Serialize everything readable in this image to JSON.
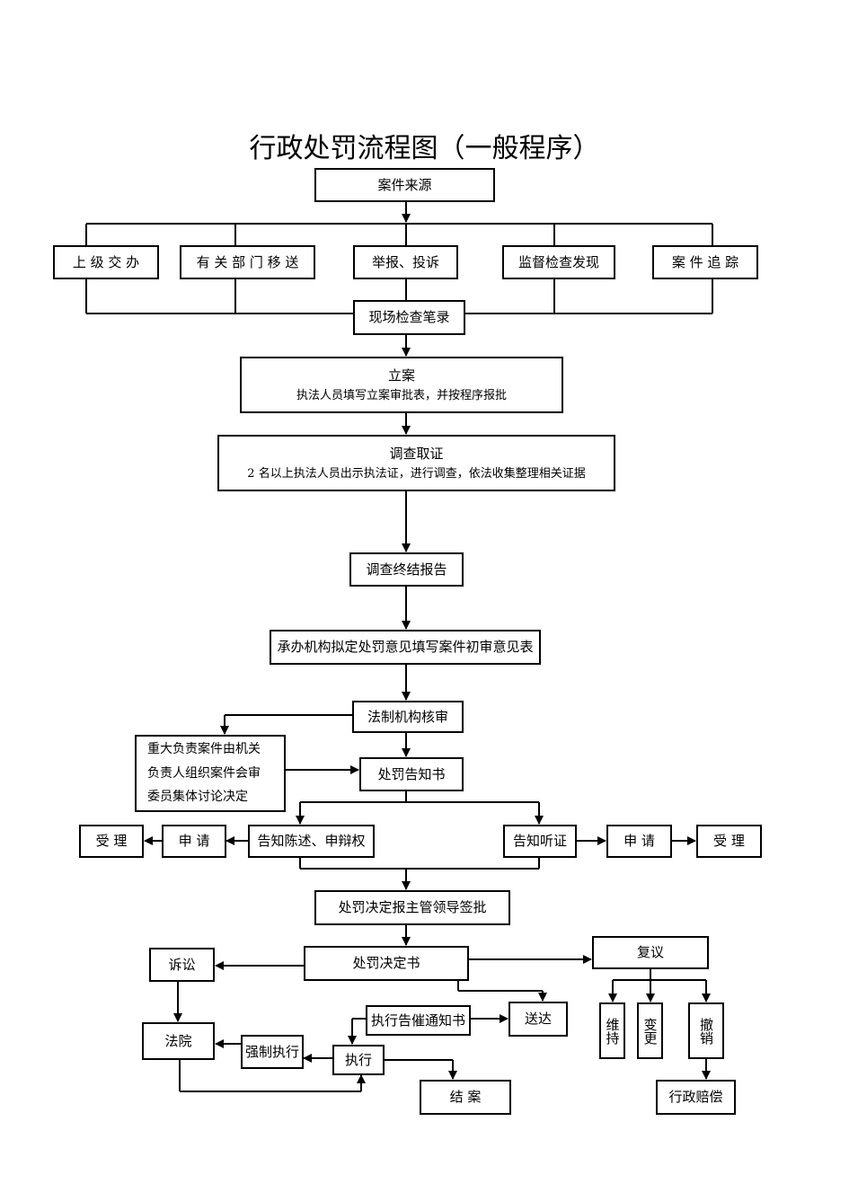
{
  "title": "行政处罚流程图（一般程序）",
  "nodes": {
    "case_source": "案件来源",
    "superior_assign": "上 级 交 办",
    "dept_transfer": "有 关 部 门 移 送",
    "report_complaint": "举报、投诉",
    "supervision_found": "监督检查发现",
    "case_tracking": "案 件 追 踪",
    "onsite_record": "现场检查笔录",
    "filing_title": "立案",
    "filing_desc": "执法人员填写立案审批表，并按程序报批",
    "investigation_title": "调查取证",
    "investigation_desc": "2 名以上执法人员出示执法证，进行调查，依法收集整理相关证据",
    "investigation_report": "调查终结报告",
    "preliminary_opinion": "承办机构拟定处罚意见填写案件初审意见表",
    "legal_review": "法制机构核审",
    "major_case_line1": "重大负责案件由机关",
    "major_case_line2": "负责人组织案件会审",
    "major_case_line3": "委员集体讨论决定",
    "penalty_notice": "处罚告知书",
    "right_statement": "告知陈述、申辩权",
    "apply_left": "申 请",
    "accept_left": "受 理",
    "hearing_notice": "告知听证",
    "apply_right": "申 请",
    "accept_right": "受 理",
    "decision_approval": "处罚决定报主管领导签批",
    "decision_doc": "处罚决定书",
    "litigation": "诉讼",
    "court": "法院",
    "forced_execution": "强制执行",
    "execution": "执行",
    "urge_notice": "执行告催通知书",
    "delivery": "送达",
    "closing": "结  案",
    "reconsideration": "复议",
    "maintain": "维持",
    "change": "变更",
    "revoke": "撤销",
    "compensation": "行政赔偿"
  }
}
